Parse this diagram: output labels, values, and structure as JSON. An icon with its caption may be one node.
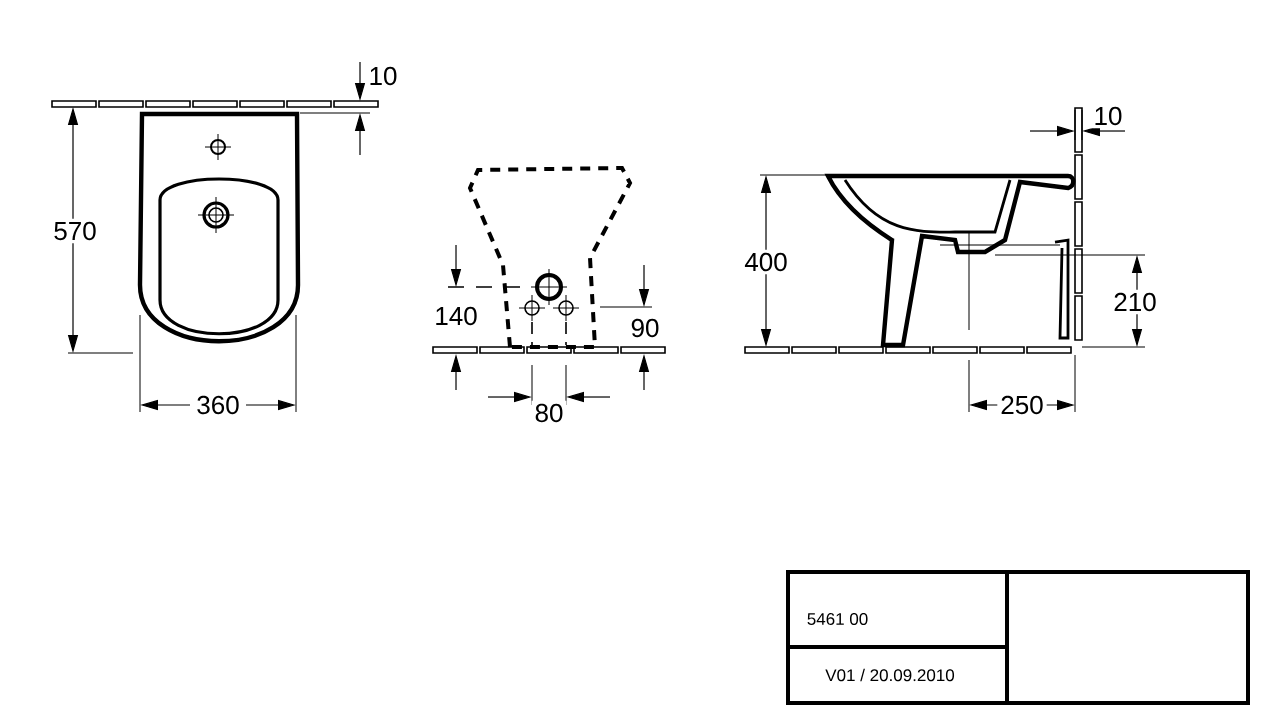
{
  "diagram": {
    "labels": [
      "10",
      "570",
      "360",
      "140",
      "90",
      "80",
      "10",
      "400",
      "210",
      "250",
      "5461 00",
      "V01 / 20.09.2010"
    ]
  }
}
